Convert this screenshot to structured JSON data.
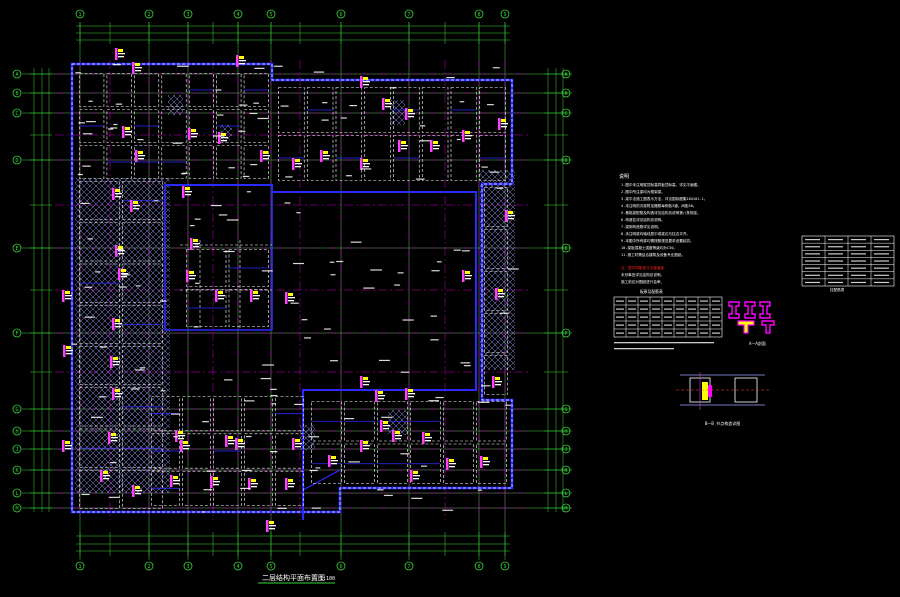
{
  "drawing": {
    "title": "二层结构平面布置图",
    "scale": "1:100",
    "colors": {
      "background": "#000000",
      "axis_grid": "#39d439",
      "centerline": "#c300c3",
      "beam": "#2a2aff",
      "column_hatch": "#9aa0ff",
      "annotation": "#ffffff",
      "tag": "#ff40ff",
      "tag_accent": "#ffff00",
      "note_red": "#ff2020",
      "detail_magenta": "#ff00ff",
      "detail_yellow": "#ffff00"
    },
    "top_axis_labels": [
      "1",
      "2",
      "3",
      "4",
      "5",
      "6",
      "7",
      "8",
      "9"
    ],
    "left_axis_labels": [
      "A",
      "B",
      "C",
      "D",
      "E",
      "F",
      "G",
      "H",
      "J",
      "K",
      "L",
      "M"
    ]
  },
  "notes": {
    "heading": "说明",
    "lines": [
      "1.图中未注明梁顶标高同板顶标高，详见平面图。",
      "2.图中所注梁均为框架梁。",
      "3.梁平法施工图表示方法，详见国标图集16G101-1。",
      "4.未注明的次梁附加箍筋每侧各3道，间距50。",
      "5.悬挑梁配筋及构造详见结构总说明第八条规定。",
      "6.构造柱详见结构总说明。",
      "7.梁侧构造筋详见说明。",
      "8.未注明梁均轴线居中或梁边与柱边平齐。",
      "9.本图中所有梁均需按照规范要求设置起拱。",
      "10.梁板混凝土强度等级均为C30。",
      "11.施工时需结合建筑及设备专业图纸。"
    ],
    "red_line": "注：图中阴影部分为屋面板",
    "tail_lines": [
      "未尽事宜详见结构总说明。",
      "施工前应对图纸进行会审。"
    ]
  },
  "table_a": {
    "caption": "板厚及配筋表",
    "rows": 5,
    "cols": 9
  },
  "table_b": {
    "rows": 7,
    "cols": 4
  },
  "table_b_caption": "柱配筋表",
  "detail_1": {
    "caption": "A一A剖面"
  },
  "detail_2": {
    "caption": "B一B 节点构造详图"
  }
}
